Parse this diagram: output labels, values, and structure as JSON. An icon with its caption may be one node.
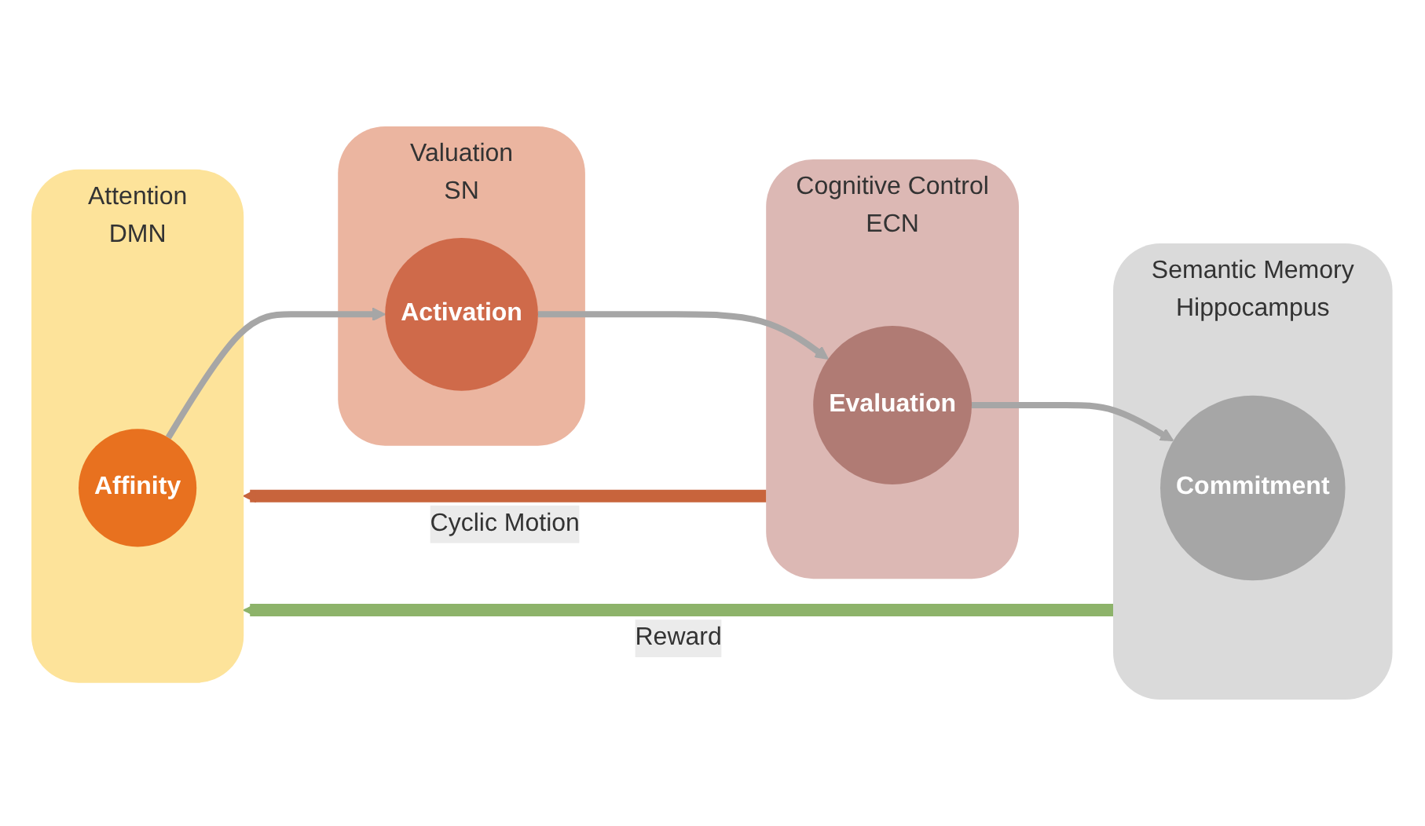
{
  "diagram": {
    "nodes": [
      {
        "text": [
          "Attention",
          "DMN"
        ]
      },
      {
        "text": [
          "Affinity"
        ],
        "in": 0
      },
      {
        "text": [
          "Valuation",
          "SN"
        ]
      },
      {
        "text": [
          "Activation"
        ],
        "in": 2
      },
      {
        "text": [
          "Cognitive Control",
          "ECN"
        ]
      },
      {
        "text": [
          "Evaluation"
        ],
        "in": 4
      },
      {
        "text": [
          "Semantic Memory",
          "Hippocampus"
        ]
      },
      {
        "text": [
          "Commitment"
        ],
        "in": 6
      }
    ],
    "edges": [
      {
        "from": 1,
        "to": 3,
        "arrow": "to"
      },
      {
        "from": 3,
        "to": 5,
        "arrow": "to"
      },
      {
        "from": 5,
        "to": 7,
        "arrow": "to"
      },
      {
        "from": 4,
        "to": 0,
        "arrow": "to",
        "label": "Cyclic Motion",
        "style": "thick",
        "color": "#c8643c"
      },
      {
        "from": 6,
        "to": 0,
        "arrow": "to",
        "label": "Reward",
        "style": "thick",
        "color": "#8db36a"
      }
    ]
  }
}
